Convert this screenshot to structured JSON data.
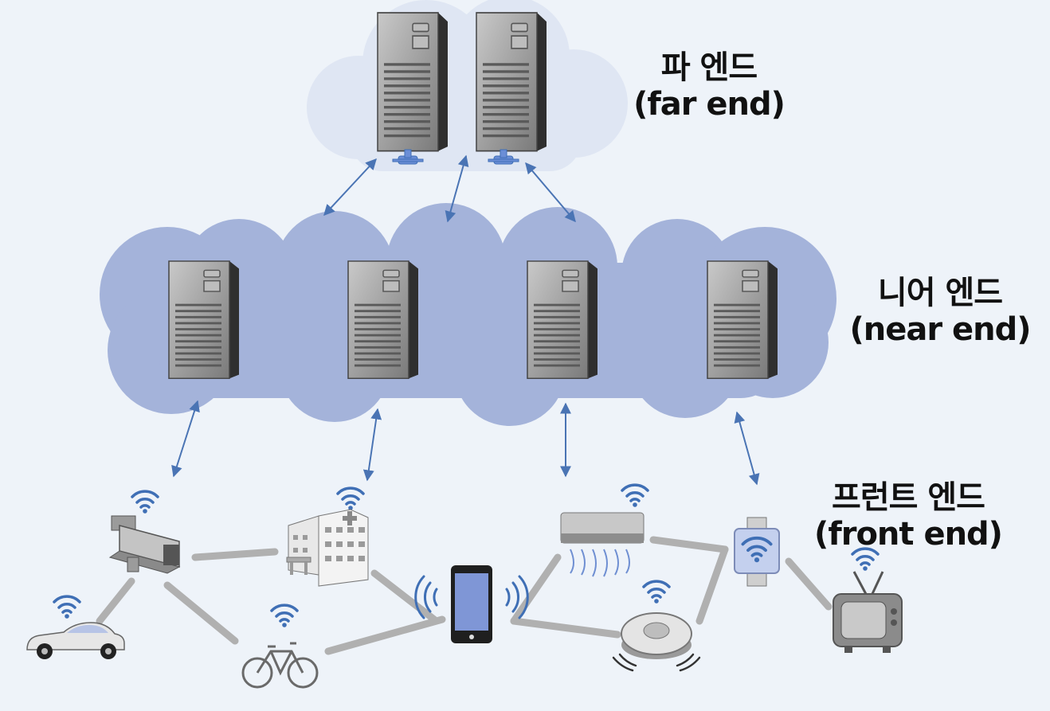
{
  "labels": {
    "far_ko": "파 엔드",
    "far_en": "(far end)",
    "near_ko": "니어 엔드",
    "near_en": "(near end)",
    "front_ko": "프런트 엔드",
    "front_en": "(front end)"
  },
  "colors": {
    "background": "#eef3f9",
    "far_cloud": "#dfe6f3",
    "near_cloud": "#a4b3da",
    "arrow": "#4a74b4",
    "wifi": "#3f6fb5",
    "link": "#b0b0b0",
    "server_body": "#8e8e8e"
  },
  "icons": {
    "far_servers": [
      "server-icon",
      "server-icon"
    ],
    "near_servers": [
      "server-icon",
      "server-icon",
      "server-icon",
      "server-icon"
    ],
    "devices": [
      "cctv-camera-icon",
      "hospital-building-icon",
      "smartphone-icon",
      "air-conditioner-icon",
      "smartwatch-icon",
      "car-icon",
      "bicycle-icon",
      "robot-vacuum-icon",
      "television-icon"
    ]
  }
}
